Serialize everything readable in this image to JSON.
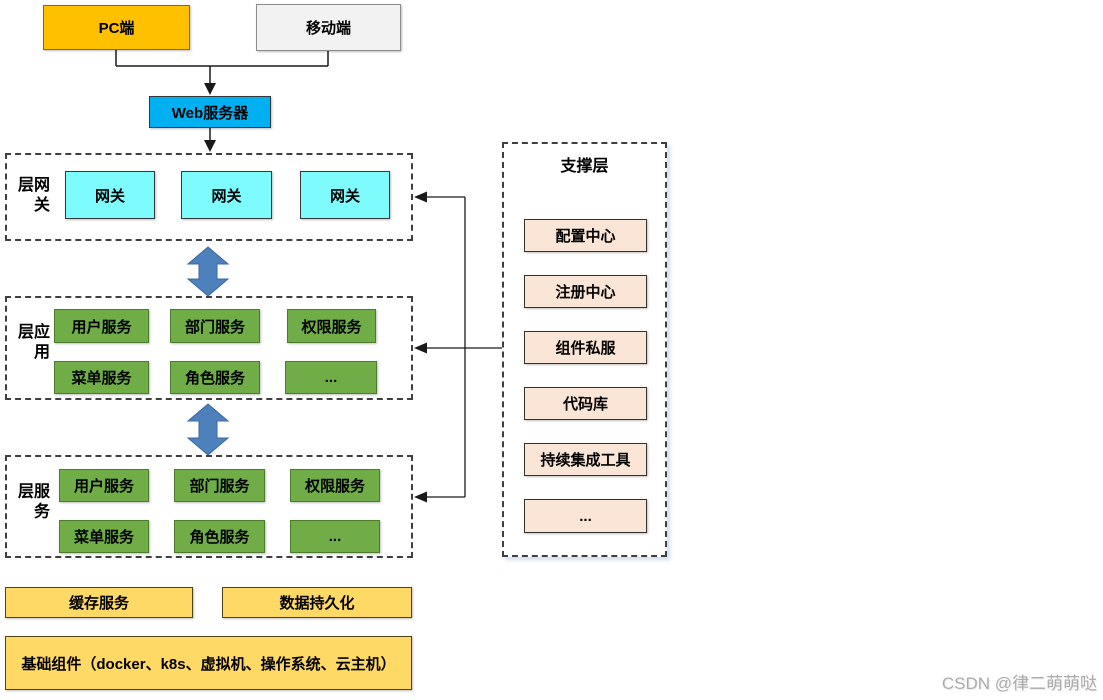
{
  "clients": {
    "pc_label": "PC端",
    "mobile_label": "移动端"
  },
  "web_server_label": "Web服务器",
  "gateway_layer": {
    "label": "网关层",
    "gateways": [
      "网关",
      "网关",
      "网关"
    ]
  },
  "app_layer": {
    "label": "应用层",
    "row1": [
      "用户服务",
      "部门服务",
      "权限服务"
    ],
    "row2": [
      "菜单服务",
      "角色服务",
      "..."
    ]
  },
  "service_layer": {
    "label": "服务层",
    "row1": [
      "用户服务",
      "部门服务",
      "权限服务"
    ],
    "row2": [
      "菜单服务",
      "角色服务",
      "..."
    ]
  },
  "support_layer": {
    "title": "支撑层",
    "items": [
      "配置中心",
      "注册中心",
      "组件私服",
      "代码库",
      "持续集成工具",
      "..."
    ]
  },
  "infrastructure": {
    "cache_label": "缓存服务",
    "persistence_label": "数据持久化",
    "base_label": "基础组件（docker、k8s、虚拟机、操作系统、云主机）"
  },
  "watermark": "CSDN @律二萌萌哒",
  "colors": {
    "client_pc": "#FFC000",
    "client_mobile": "#F2F2F2",
    "web_server": "#00B0F0",
    "gateway": "#7DFBFD",
    "service_green": "#70AD47",
    "support_peach": "#FBE5D6",
    "infra_yellow": "#FFD966",
    "double_arrow": "#4E80BC",
    "line": "#1a1a1a"
  }
}
